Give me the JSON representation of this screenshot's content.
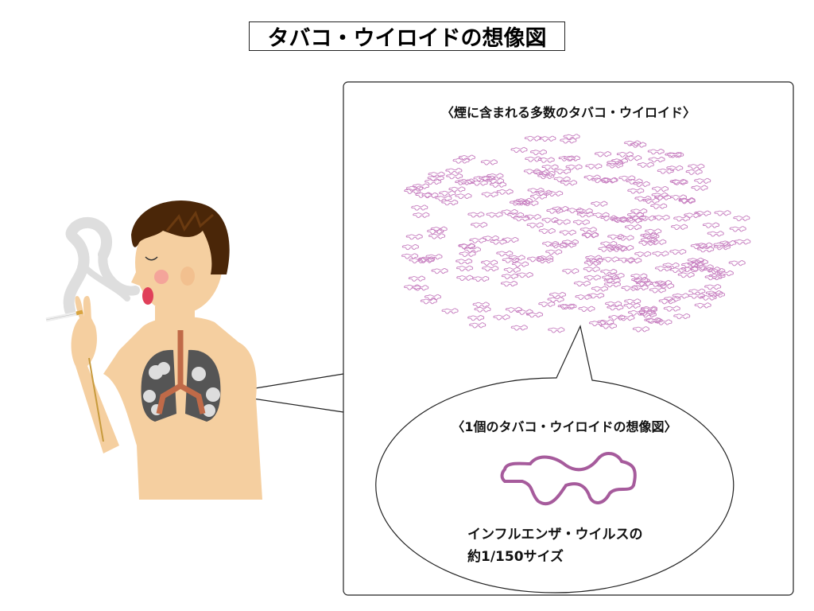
{
  "title": "タバコ・ウイロイドの想像図",
  "panel": {
    "smoke_label": "〈煙に含まれる多数のタバコ・ウイロイド〉",
    "single_label": "〈1個のタバコ・ウイロイドの想像図〉",
    "size_line1": "インフルエンザ・ウイルスの",
    "size_line2": "約1/150サイズ"
  },
  "colors": {
    "viroid": "#a65b9c",
    "viroid_small": "#c77fc0",
    "skin": "#f5cfa0",
    "hair": "#4a2608",
    "lung": "#555555",
    "smoke": "#dcdcdc"
  },
  "viroid_count": 300
}
